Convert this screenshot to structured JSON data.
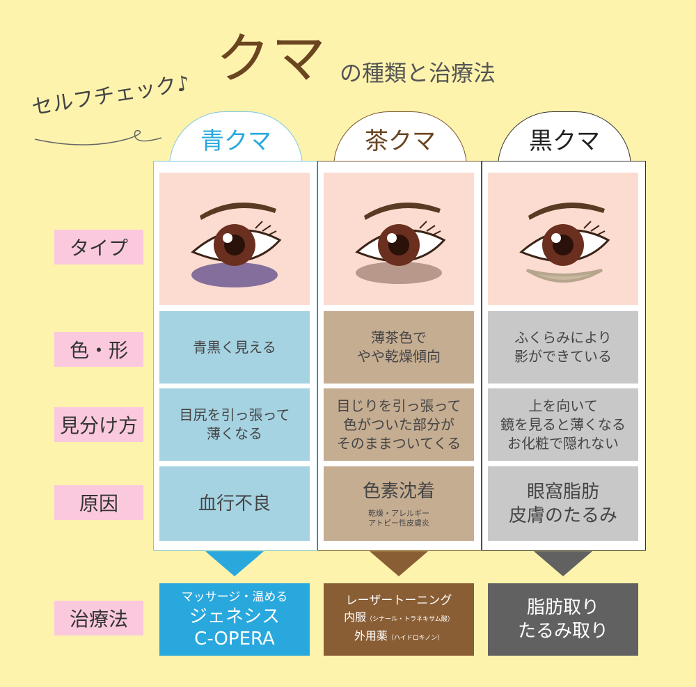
{
  "title": {
    "main": "クマ",
    "sub": "の種類と治療法"
  },
  "self_check": "セルフチェック♪",
  "rows": [
    "タイプ",
    "色・形",
    "見分け方",
    "原因",
    "治療法"
  ],
  "colors": {
    "blue": "#29a8de",
    "brown": "#8a5e35",
    "black": "#616161"
  },
  "columns": [
    {
      "head": "青クマ",
      "color_shape": [
        "青黒く見える"
      ],
      "identify": [
        "目尻を引っ張って",
        "薄くなる"
      ],
      "cause": "血行不良",
      "cause_notes": [],
      "treatment": {
        "top": "マッサージ・温める",
        "lines": [
          "ジェネシス",
          "C-OPERA"
        ]
      }
    },
    {
      "head": "茶クマ",
      "color_shape": [
        "薄茶色で",
        "やや乾燥傾向"
      ],
      "identify": [
        "目じりを引っ張って",
        "色がついた部分が",
        "そのままついてくる"
      ],
      "cause": "色素沈着",
      "cause_notes": [
        "乾燥・アレルギー",
        "アトピー性皮膚炎"
      ],
      "treatment": {
        "top": "レーザートーニング",
        "item1": "内服",
        "item1_note": "（シナール・トラネキサム酸）",
        "item2": "外用薬",
        "item2_note": "（ハイドロキノン）"
      }
    },
    {
      "head": "黒クマ",
      "color_shape": [
        "ふくらみにより",
        "影ができている"
      ],
      "identify": [
        "上を向いて",
        "鏡を見ると薄くなる",
        "お化粧で隠れない"
      ],
      "cause_lines": [
        "眼窩脂肪",
        "皮膚のたるみ"
      ],
      "treatment": {
        "lines": [
          "脂肪取り",
          "たるみ取り"
        ]
      }
    }
  ]
}
